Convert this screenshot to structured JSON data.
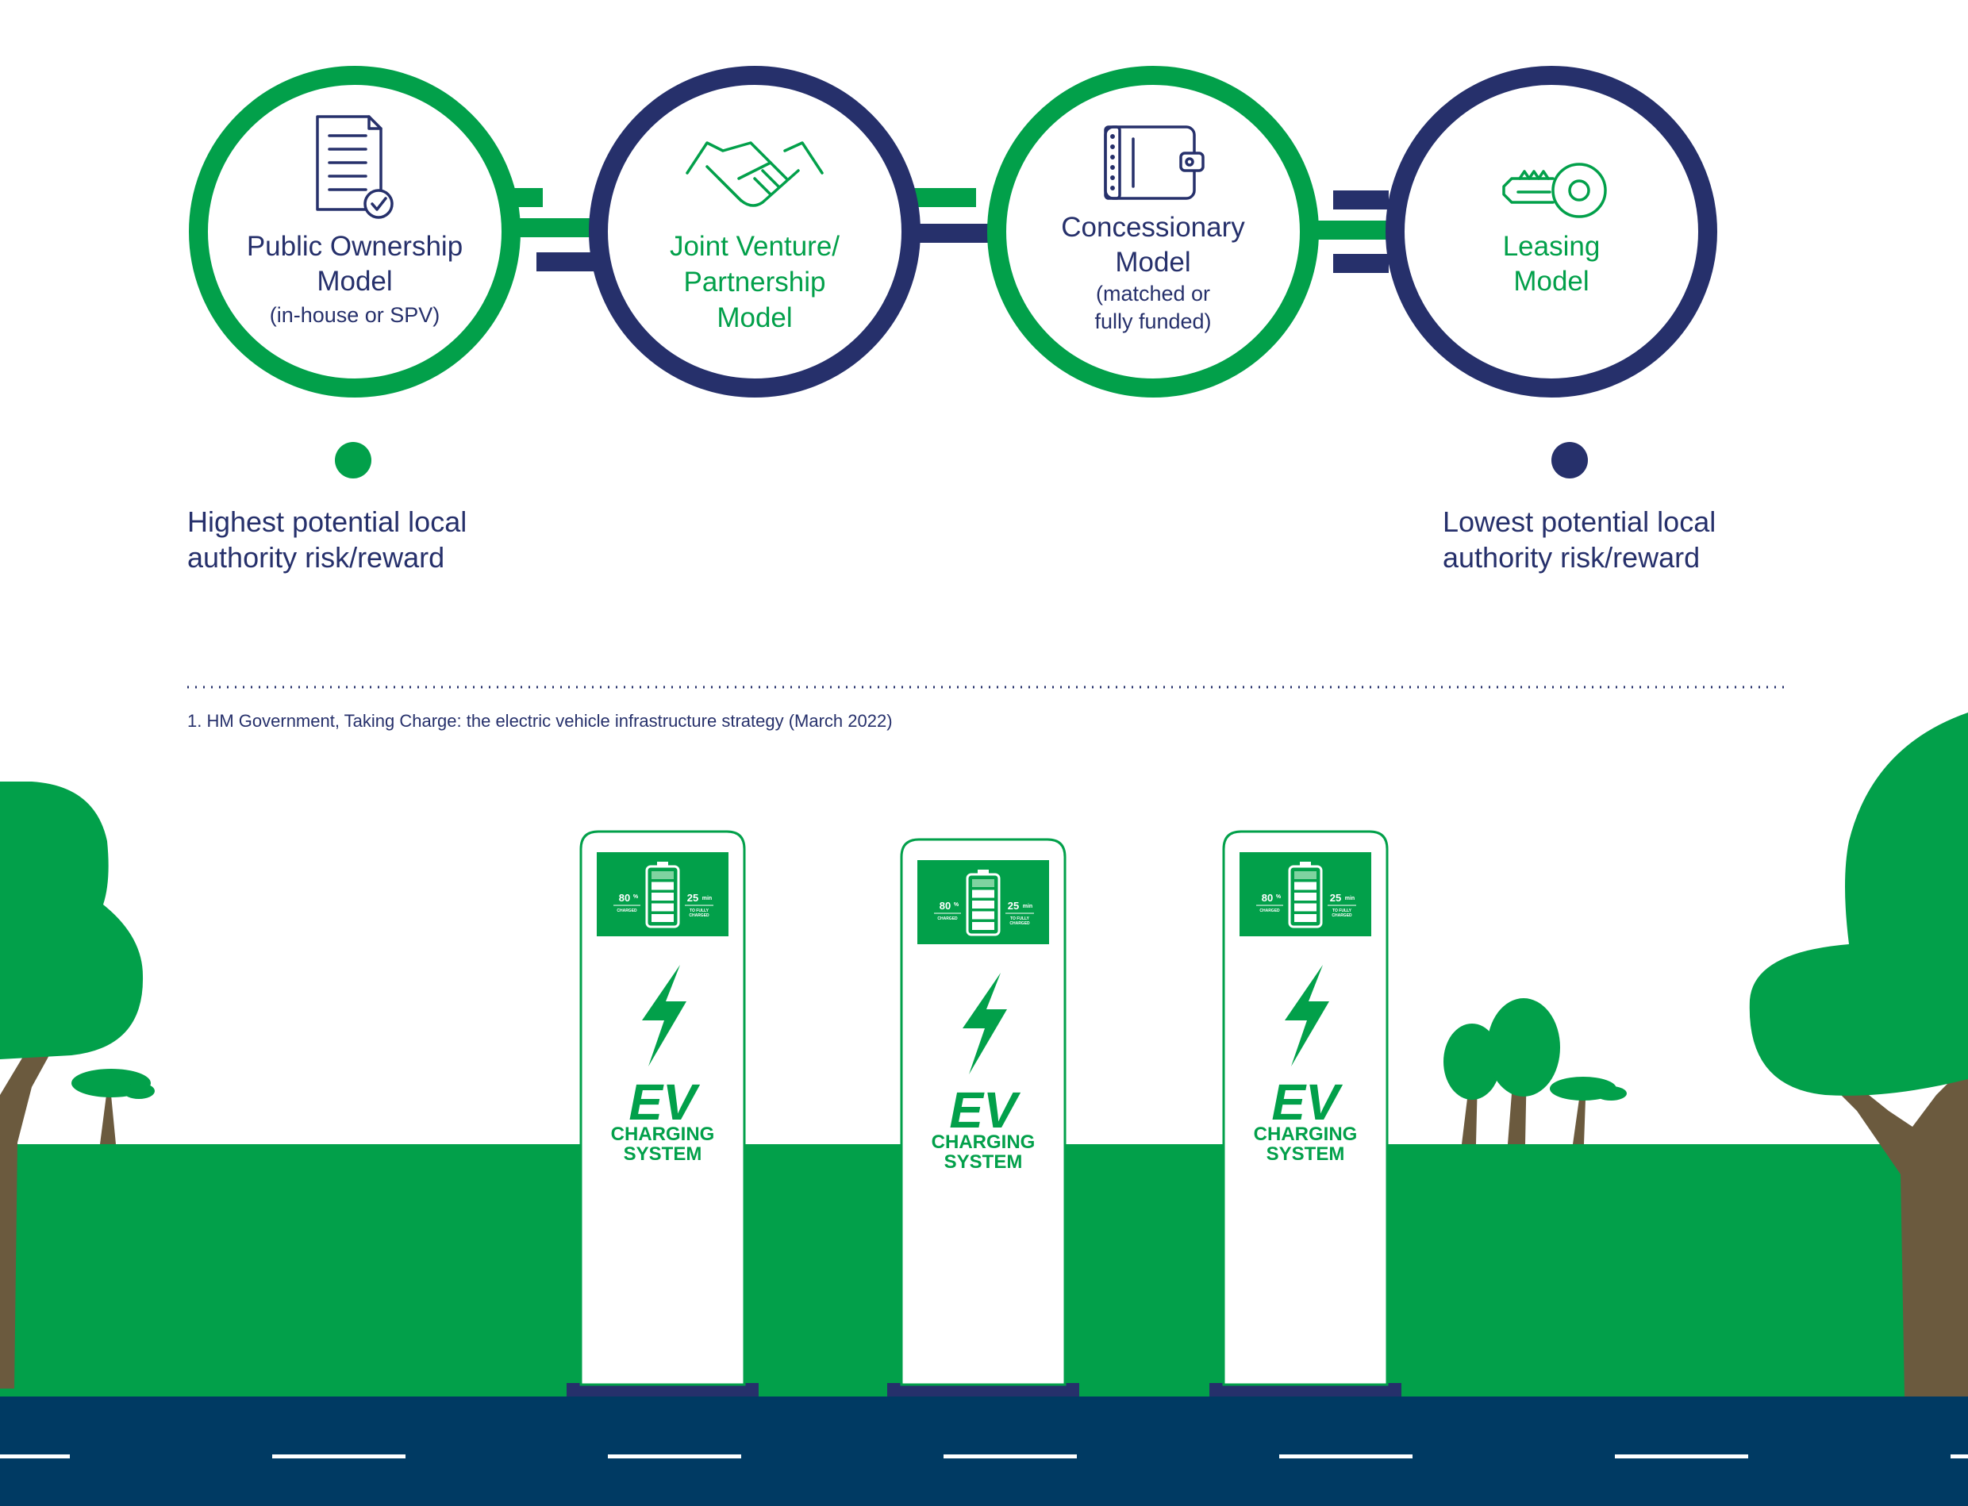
{
  "colors": {
    "green": "#02a04a",
    "navy": "#26306b",
    "road": "#003a63",
    "trunk": "#6b5a3e"
  },
  "models": [
    {
      "icon": "document-check-icon",
      "color": "navy",
      "ring": "green",
      "title_lines": [
        "Public Ownership",
        "Model"
      ],
      "sub_lines": [
        "(in-house or SPV)"
      ]
    },
    {
      "icon": "handshake-icon",
      "color": "green",
      "ring": "navy",
      "title_lines": [
        "Joint Venture/",
        "Partnership",
        "Model"
      ],
      "sub_lines": []
    },
    {
      "icon": "wallet-icon",
      "color": "navy",
      "ring": "green",
      "title_lines": [
        "Concessionary",
        "Model"
      ],
      "sub_lines": [
        "(matched or",
        "fully funded)"
      ]
    },
    {
      "icon": "key-icon",
      "color": "green",
      "ring": "navy",
      "title_lines": [
        "Leasing",
        "Model"
      ],
      "sub_lines": []
    }
  ],
  "scale": {
    "left_label_lines": [
      "Highest potential local",
      "authority risk/reward"
    ],
    "right_label_lines": [
      "Lowest potential local",
      "authority risk/reward"
    ]
  },
  "footnote": "1. HM Government, Taking Charge: the electric vehicle infrastructure strategy (March 2022)",
  "charger": {
    "charged_pct": "80",
    "pct_symbol": "%",
    "charged_label": "CHARGED",
    "time_value": "25",
    "time_unit": "min",
    "time_label_lines": [
      "TO FULLY",
      "CHARGED"
    ],
    "ev_label": "EV",
    "system_lines": [
      "CHARGING",
      "SYSTEM"
    ]
  }
}
